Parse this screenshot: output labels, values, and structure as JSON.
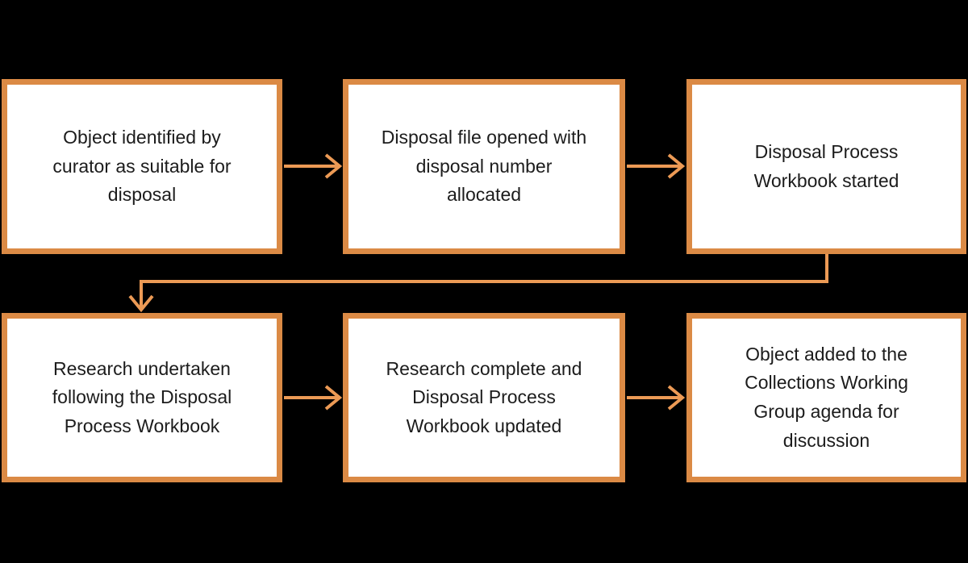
{
  "diagram": {
    "type": "flowchart",
    "background_color": "#000000",
    "box_fill_color": "#ffffff",
    "box_border_color": "#DB8A45",
    "arrow_color": "#EC9A55",
    "text_color": "#1c1c1c",
    "boxes": [
      {
        "id": "step-1",
        "label": "Object identified by curator as suitable for disposal",
        "lines": [
          "Object identified by",
          "curator as suitable for",
          "disposal"
        ]
      },
      {
        "id": "step-2",
        "label": "Disposal file opened with disposal number allocated",
        "lines": [
          "Disposal file opened with",
          "disposal number",
          "allocated"
        ]
      },
      {
        "id": "step-3",
        "label": "Disposal Process Workbook started",
        "lines": [
          "Disposal Process",
          "Workbook started"
        ]
      },
      {
        "id": "step-4",
        "label": "Research undertaken following the Disposal Process Workbook",
        "lines": [
          "Research undertaken",
          "following the Disposal",
          "Process Workbook"
        ]
      },
      {
        "id": "step-5",
        "label": "Research complete and Disposal Process Workbook updated",
        "lines": [
          "Research complete and",
          "Disposal Process",
          "Workbook updated"
        ]
      },
      {
        "id": "step-6",
        "label": "Object added to the Collections Working Group agenda for discussion",
        "lines": [
          "Object added to the",
          "Collections Working",
          "Group agenda for",
          "discussion"
        ]
      }
    ],
    "connections": [
      {
        "from": "step-1",
        "to": "step-2",
        "style": "straight-right-arrow"
      },
      {
        "from": "step-2",
        "to": "step-3",
        "style": "straight-right-arrow"
      },
      {
        "from": "step-3",
        "to": "step-4",
        "style": "down-left-down-elbow-arrow"
      },
      {
        "from": "step-4",
        "to": "step-5",
        "style": "straight-right-arrow"
      },
      {
        "from": "step-5",
        "to": "step-6",
        "style": "straight-right-arrow"
      }
    ]
  }
}
